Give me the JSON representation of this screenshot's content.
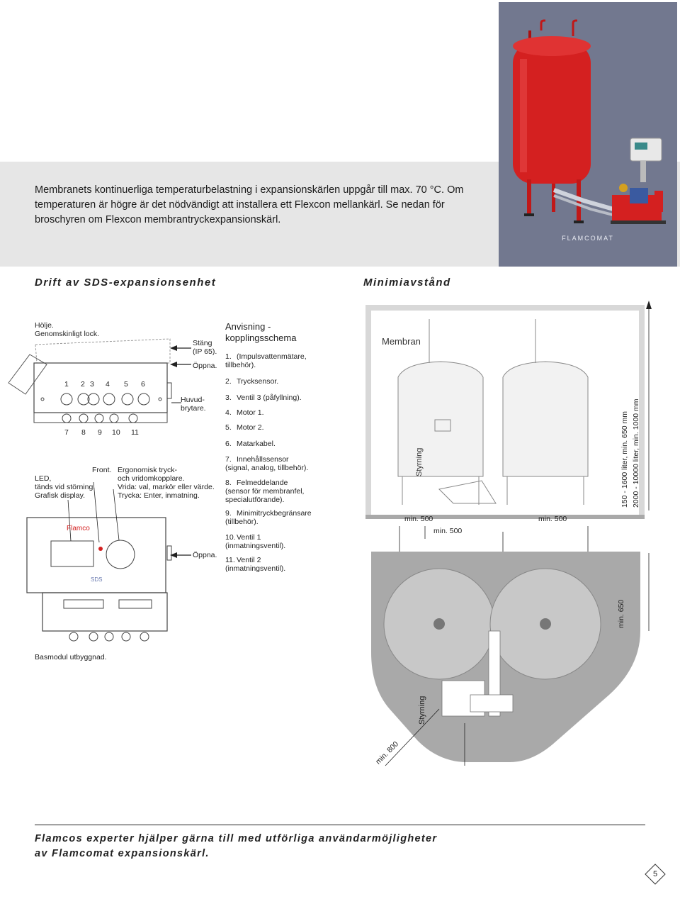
{
  "intro": {
    "text": "Membranets kontinuerliga temperaturbelastning i expansionskärlen uppgår till max. 70 °C. Om temperaturen är högre är det nödvändigt att installera ett Flexcon mellankärl. Se nedan för broschyren om Flexcon membrantryckexpansionskärl."
  },
  "photo": {
    "caption": "FLAMCOMAT"
  },
  "sections": {
    "left_heading": "Drift av SDS-expansionsenhet",
    "right_heading": "Minimiavstånd"
  },
  "device": {
    "housing_label": "Hölje.\nGenomskinligt lock.",
    "close_label": "Stäng\n(IP 65).",
    "open_label": "Öppna.",
    "open_label_2": "Öppna.",
    "main_switch_label": "Huvud-\nbrytare.",
    "top_numbers": [
      "1",
      "2",
      "3",
      "4",
      "5",
      "6"
    ],
    "bottom_numbers": [
      "7",
      "8",
      "9",
      "10",
      "11"
    ],
    "led_label": "LED,\ntänds vid störning.\nGrafisk display.",
    "front_label": "Front.",
    "knob_label": "Ergonomisk tryck-\noch vridomkopplare.\nVrida: val, markör eller värde.\nTrycka: Enter, inmatning.",
    "brand": "Flamco",
    "model": "SDS",
    "base_label": "Basmodul utbyggnad."
  },
  "legend": {
    "title": "Anvisning -\nkopplingsschema",
    "items": [
      {
        "n": "1.",
        "t": "(Impulsvattenmätare,\ntillbehör)."
      },
      {
        "n": "2.",
        "t": "Trycksensor."
      },
      {
        "n": "3.",
        "t": "Ventil 3 (påfyllning)."
      },
      {
        "n": "4.",
        "t": "Motor 1."
      },
      {
        "n": "5.",
        "t": "Motor 2."
      },
      {
        "n": "6.",
        "t": "Matarkabel."
      },
      {
        "n": "7.",
        "t": "Innehållssensor\n(signal, analog, tillbehör)."
      },
      {
        "n": "8.",
        "t": "Felmeddelande\n(sensor för membranfel,\nspecialutförande)."
      },
      {
        "n": "9.",
        "t": "Minimitryckbegränsare\n(tillbehör)."
      },
      {
        "n": "10.",
        "t": "Ventil 1\n(inmatningsventil)."
      },
      {
        "n": "11.",
        "t": "Ventil 2\n(inmatningsventil)."
      }
    ]
  },
  "min_dist": {
    "membran": "Membran",
    "styrning": "Styrning",
    "styrning_2": "Styrning",
    "min500_a": "min. 500",
    "min500_b": "min. 500",
    "min500_c": "min. 500",
    "height_1": "150 - 1600 liter, min. 650 mm",
    "height_2": "2000 - 10000 liter, min. 1000 mm",
    "min650": "min. 650",
    "min800": "min. 800"
  },
  "footer": {
    "text": "Flamcos experter hjälper gärna till med utförliga användarmöjligheter\nav Flamcomat expansionskärl.",
    "page": "5"
  },
  "colors": {
    "tank_red": "#d42020",
    "photo_bg": "#72788f",
    "band_grey": "#e6e6e6",
    "floor_grey": "#a9a9a9"
  }
}
